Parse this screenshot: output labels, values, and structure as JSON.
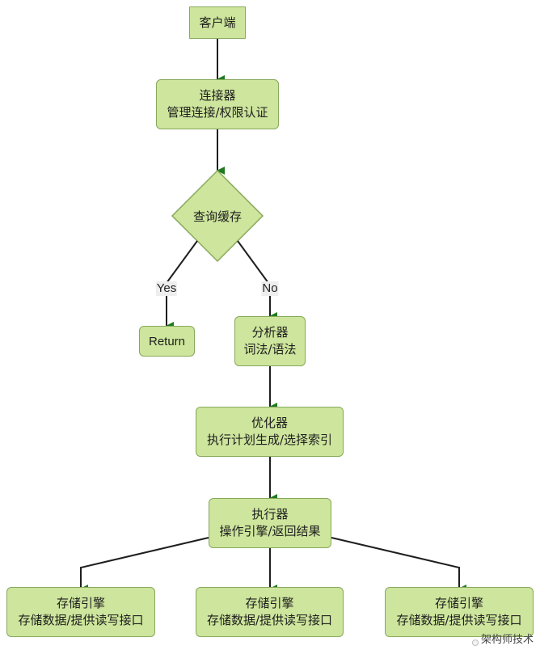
{
  "diagram": {
    "colors": {
      "node_fill": "#cde59c",
      "node_border": "#88a85c",
      "edge": "#1e1e1e",
      "arrowhead": "#1f7a1f",
      "label_bg": "#eeeeee"
    },
    "nodes": {
      "client": {
        "lines": [
          "客户端"
        ]
      },
      "connector": {
        "lines": [
          "连接器",
          "管理连接/权限认证"
        ]
      },
      "query_cache": {
        "lines": [
          "查询缓存"
        ]
      },
      "return": {
        "lines": [
          "Return"
        ]
      },
      "analyzer": {
        "lines": [
          "分析器",
          "词法/语法"
        ]
      },
      "optimizer": {
        "lines": [
          "优化器",
          "执行计划生成/选择索引"
        ]
      },
      "executor": {
        "lines": [
          "执行器",
          "操作引擎/返回结果"
        ]
      },
      "storage_engines": [
        {
          "lines": [
            "存储引擎",
            "存储数据/提供读写接口"
          ]
        },
        {
          "lines": [
            "存储引擎",
            "存储数据/提供读写接口"
          ]
        },
        {
          "lines": [
            "存储引擎",
            "存储数据/提供读写接口"
          ]
        }
      ]
    },
    "edge_labels": {
      "yes": "Yes",
      "no": "No"
    },
    "edges": [
      {
        "from": "client",
        "to": "connector"
      },
      {
        "from": "connector",
        "to": "query_cache"
      },
      {
        "from": "query_cache",
        "to": "return",
        "label": "Yes"
      },
      {
        "from": "query_cache",
        "to": "analyzer",
        "label": "No"
      },
      {
        "from": "analyzer",
        "to": "optimizer"
      },
      {
        "from": "optimizer",
        "to": "executor"
      },
      {
        "from": "executor",
        "to": "storage_engine_1"
      },
      {
        "from": "executor",
        "to": "storage_engine_2"
      },
      {
        "from": "executor",
        "to": "storage_engine_3"
      }
    ],
    "watermark": {
      "text": "架构师技术"
    }
  }
}
